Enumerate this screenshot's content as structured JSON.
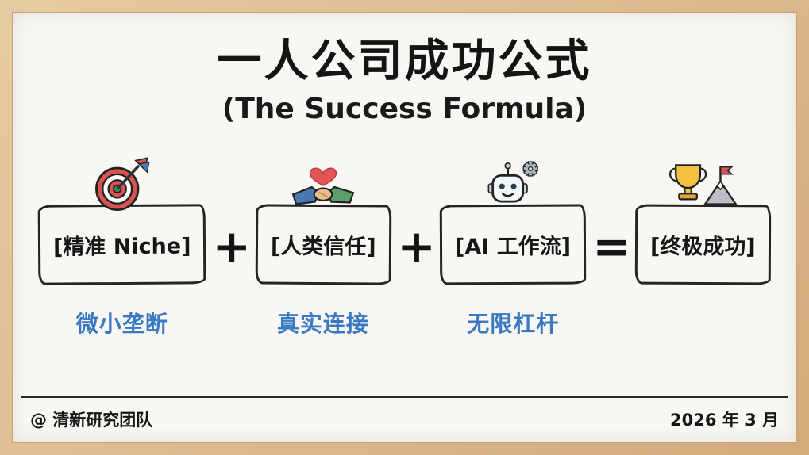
{
  "title": "一人公司成功公式",
  "subtitle": "(The Success Formula)",
  "formula": {
    "items": [
      {
        "icon": "target-dart-icon",
        "text": "[精准 Niche]",
        "label": "微小垄断"
      },
      {
        "icon": "handshake-heart-icon",
        "text": "[人类信任]",
        "label": "真实连接"
      },
      {
        "icon": "robot-gear-icon",
        "text": "[AI 工作流]",
        "label": "无限杠杆"
      },
      {
        "icon": "trophy-mountain-icon",
        "text": "[终极成功]",
        "label": ""
      }
    ],
    "operators": [
      "+",
      "+",
      "="
    ]
  },
  "footer": {
    "left": "@ 清新研究团队",
    "right": "2026 年 3 月"
  },
  "colors": {
    "label_blue": "#3a78c2",
    "ink": "#222222",
    "board": "#f8f7f3",
    "wood_light": "#e7cba3",
    "wood_dark": "#d2aa7b"
  }
}
